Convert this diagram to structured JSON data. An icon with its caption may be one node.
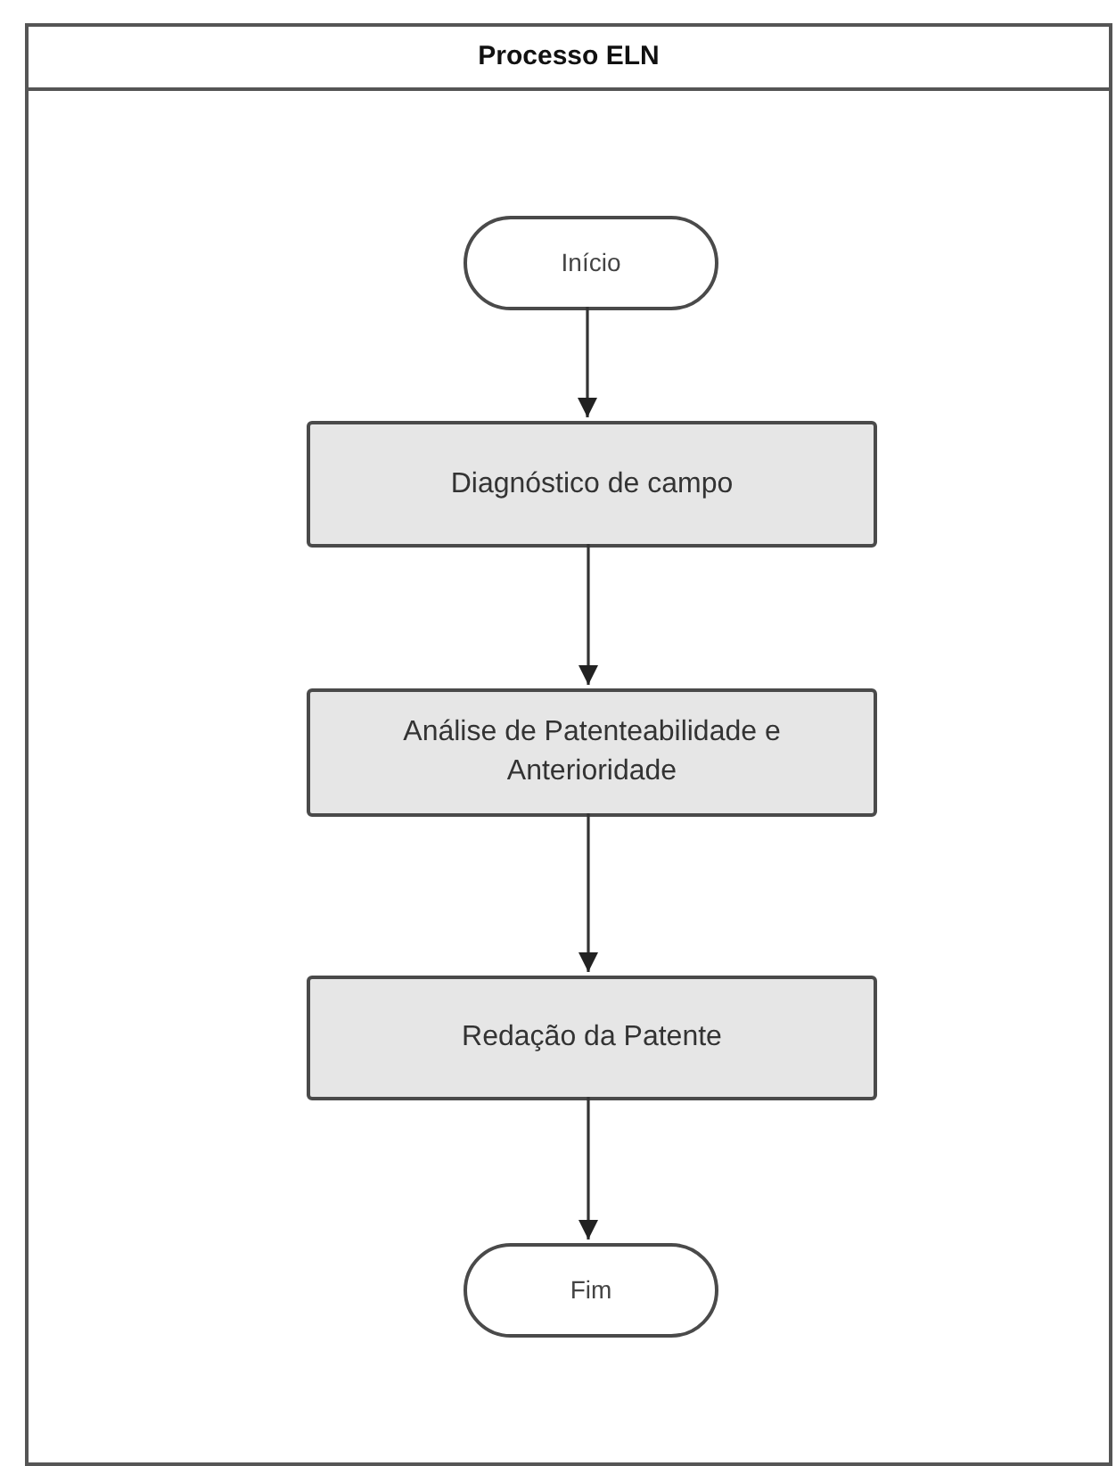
{
  "diagram": {
    "nodes": [
      {
        "text": [
          "Processo ELN"
        ]
      },
      {
        "text": [
          "Início"
        ],
        "in": 0
      },
      {
        "text": [
          "Diagnóstico de campo"
        ],
        "in": 0
      },
      {
        "text": [
          "Análise de Patenteabilidade e Anterioridade"
        ],
        "in": 0
      },
      {
        "text": [
          "Redação da Patente"
        ],
        "in": 0
      },
      {
        "text": [
          "Fim"
        ],
        "in": 0
      }
    ],
    "edges": [
      {
        "from": 1,
        "to": 2,
        "arrow": "to"
      },
      {
        "from": 2,
        "to": 3,
        "arrow": "to"
      },
      {
        "from": 3,
        "to": 4,
        "arrow": "to"
      },
      {
        "from": 4,
        "to": 5,
        "arrow": "to"
      }
    ]
  }
}
